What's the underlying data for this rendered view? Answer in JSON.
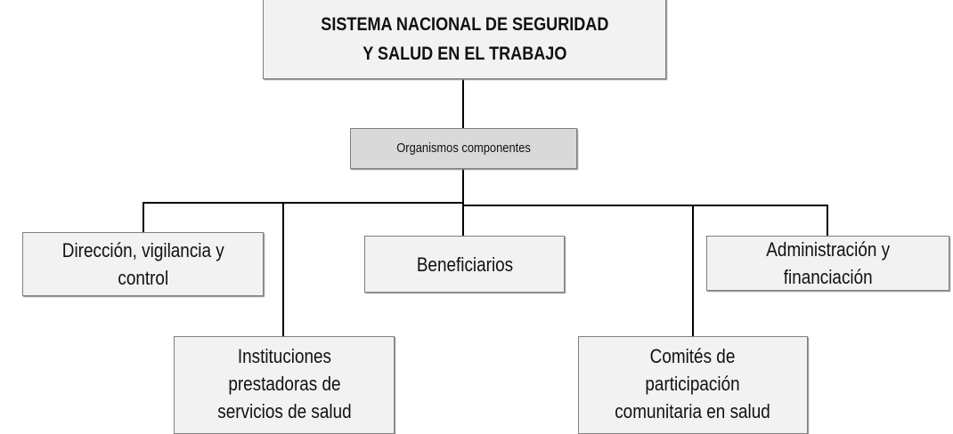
{
  "root": {
    "title": "SISTEMA NACIONAL DE SEGURIDAD\nY SALUD EN EL TRABAJO"
  },
  "group": {
    "label": "Organismos componentes"
  },
  "children": [
    {
      "label": "Dirección, vigilancia y\ncontrol"
    },
    {
      "label": "Instituciones\nprestadoras de\nservicios de salud"
    },
    {
      "label": "Beneficiarios"
    },
    {
      "label": "Comités de\nparticipación\ncomunitaria en salud"
    },
    {
      "label": "Administración y\nfinanciación"
    }
  ]
}
